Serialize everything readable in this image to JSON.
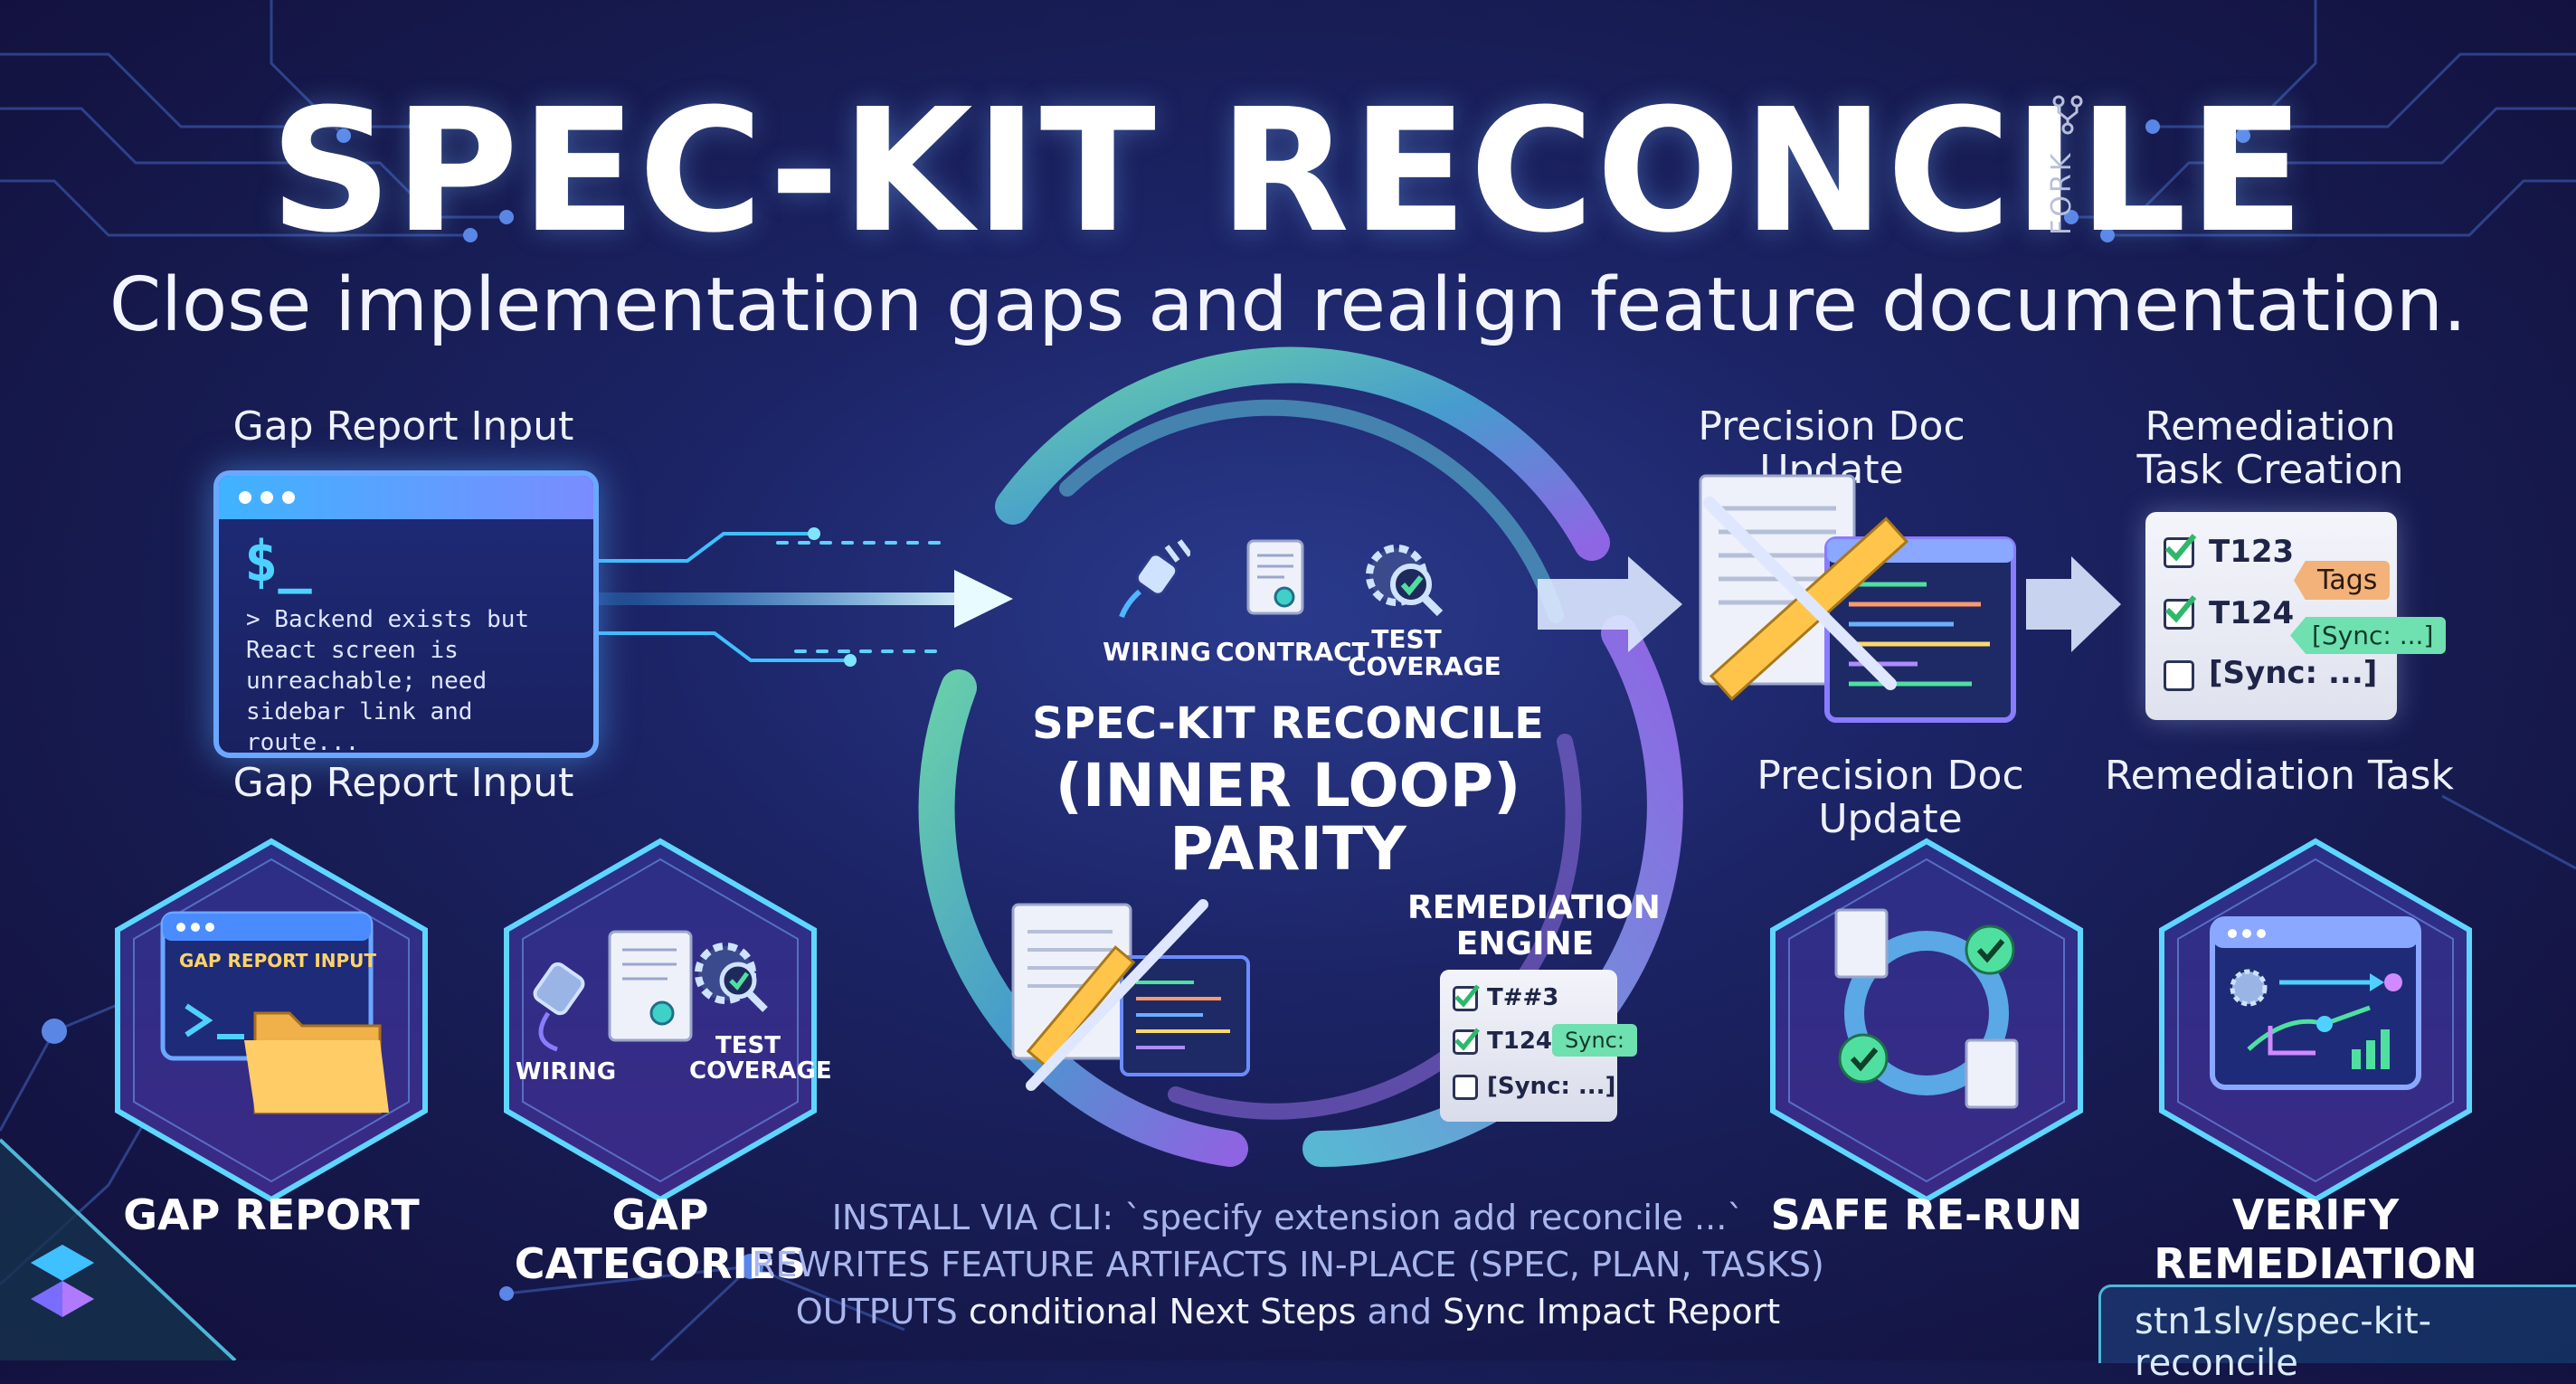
{
  "title": "SPEC-KIT RECONCILE",
  "fork_label": "FORK",
  "subtitle": "Close implementation gaps and realign feature documentation.",
  "left": {
    "label_top": "Gap Report Input",
    "label_bottom": "Gap Report Input",
    "terminal_prompt": "$_",
    "terminal_text": "> Backend exists but React screen is unreachable; need sidebar link and route..."
  },
  "center": {
    "icons": [
      {
        "label": "WIRING",
        "icon": "plug-icon"
      },
      {
        "label": "CONTRACT",
        "icon": "contract-scroll-icon"
      },
      {
        "label": "TEST\nCOVERAGE",
        "icon": "gear-magnifier-icon"
      }
    ],
    "title_line1": "SPEC-KIT RECONCILE",
    "title_line2": "(INNER LOOP)",
    "title_line3": "PARITY",
    "engine_label": "REMEDIATION\nENGINE",
    "engine_rows": [
      {
        "text": "T##3",
        "checked": true,
        "tag": ""
      },
      {
        "text": "T124",
        "checked": true,
        "tag": "Sync:"
      },
      {
        "text": "[Sync: ...]",
        "checked": false,
        "tag": ""
      }
    ]
  },
  "right": {
    "doc_label_top": "Precision Doc Update",
    "doc_label_bottom": "Precision Doc Update",
    "task_label_top": "Remediation\nTask Creation",
    "task_label_bottom": "Remediation Task",
    "task_rows": [
      {
        "text": "T123",
        "checked": true,
        "tag": "Tags",
        "tag_color": "#f2b27a"
      },
      {
        "text": "T124",
        "checked": true,
        "tag": "[Sync: ...]",
        "tag_color": "#6fe0b0"
      },
      {
        "text": "[Sync: ...]",
        "checked": false,
        "tag": "",
        "tag_color": ""
      }
    ]
  },
  "hexes": [
    {
      "label": "GAP REPORT",
      "inner_text": "GAP REPORT INPUT",
      "icon": "terminal-folder-icon"
    },
    {
      "label": "GAP CATEGORIES",
      "inner_labels": [
        "WIRING",
        "TEST\nCOVERAGE"
      ],
      "icon": "plug-contract-gear-icon"
    },
    {
      "label": "SAFE RE-RUN",
      "icon": "cycle-check-icon"
    },
    {
      "label": "VERIFY REMEDIATION",
      "icon": "workflow-window-icon"
    }
  ],
  "bottom": {
    "line1": "INSTALL VIA CLI: `specify extension add reconcile ...`",
    "line2": "REWRITES FEATURE ARTIFACTS IN-PLACE (SPEC, PLAN, TASKS)",
    "line3_parts": [
      "OUTPUTS",
      " conditional Next Steps ",
      "and",
      " Sync Impact Report"
    ]
  },
  "footer": "stn1slv/spec-kit-reconcile",
  "colors": {
    "accent_cyan": "#4fd1ff",
    "accent_purple": "#9a6cf0",
    "accent_green": "#6fe0b0",
    "text_muted_blue": "#a9b6ee"
  }
}
